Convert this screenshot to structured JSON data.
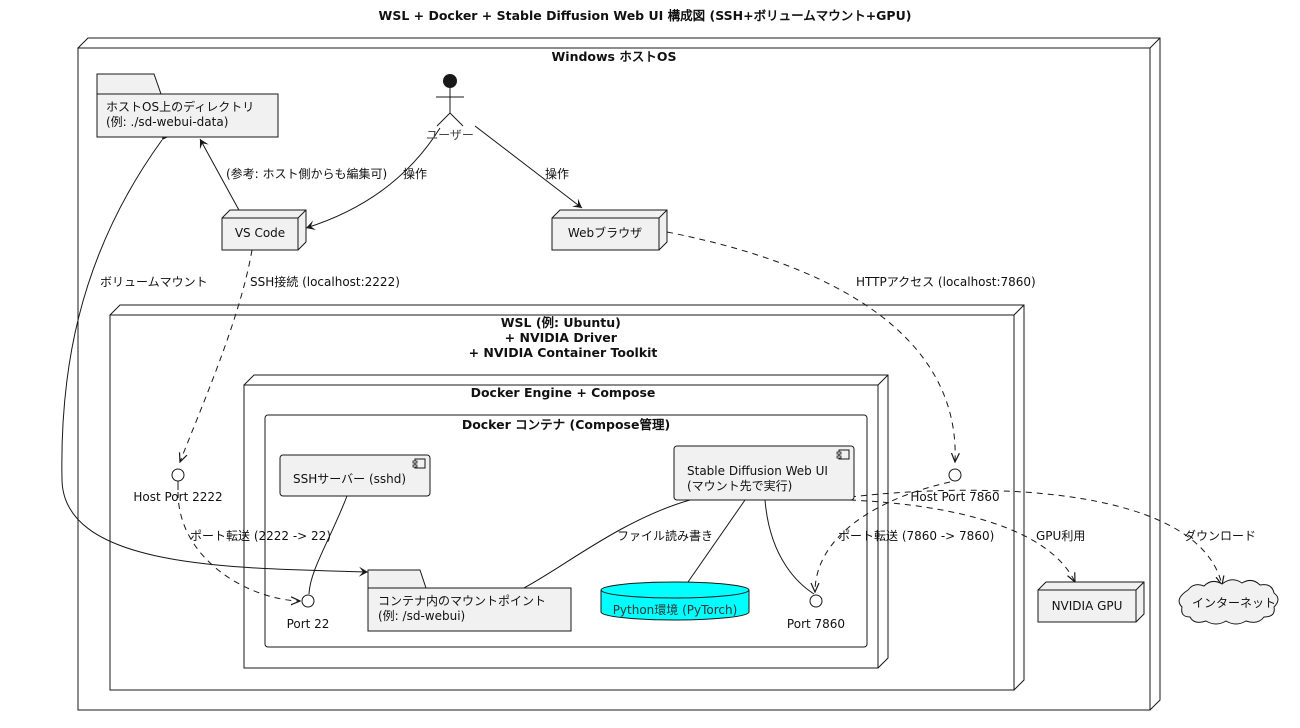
{
  "title": "WSL + Docker + Stable Diffusion Web UI 構成図 (SSH+ボリュームマウント+GPU)",
  "frames": {
    "windows": "Windows ホストOS",
    "wsl": [
      "WSL (例: Ubuntu)",
      "+ NVIDIA Driver",
      "+ NVIDIA Container Toolkit"
    ],
    "docker_engine": "Docker Engine + Compose",
    "container": "Docker コンテナ (Compose管理)"
  },
  "nodes": {
    "host_dir": [
      "ホストOS上のディレクトリ",
      "(例: ./sd-webui-data)"
    ],
    "user": "ユーザー",
    "vscode": "VS Code",
    "browser": "Webブラウザ",
    "sshd": "SSHサーバー (sshd)",
    "sd_webui": [
      "Stable Diffusion Web UI",
      "(マウント先で実行)"
    ],
    "mount_point": [
      "コンテナ内のマウントポイント",
      "(例: /sd-webui)"
    ],
    "python_env": "Python環境 (PyTorch)",
    "host_port_2222": "Host Port 2222",
    "host_port_7860": "Host Port 7860",
    "port_22": "Port 22",
    "port_7860": "Port 7860",
    "gpu": "NVIDIA GPU",
    "internet": "インターネット"
  },
  "edges": {
    "ref_edit": "(参考: ホスト側からも編集可)",
    "op_vscode": "操作",
    "op_browser": "操作",
    "volume_mount": "ボリュームマウント",
    "ssh": "SSH接続 (localhost:2222)",
    "http": "HTTPアクセス (localhost:7860)",
    "fwd_ssh": "ポート転送 (2222 -> 22)",
    "file_rw": "ファイル読み書き",
    "fwd_web": "ポート転送 (7860 -> 7860)",
    "gpu_use": "GPU利用",
    "download": "ダウンロード"
  },
  "colors": {
    "python_env_fill": "#00ffff",
    "node_fill": "#f1f1f1",
    "line": "#181818"
  }
}
